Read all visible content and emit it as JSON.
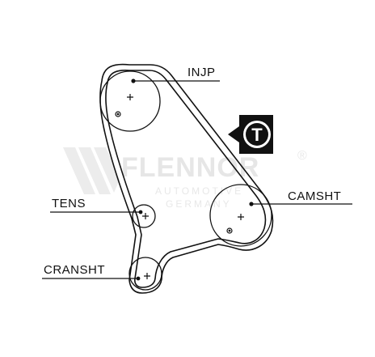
{
  "labels": {
    "injp": "INJP",
    "camsht": "CAMSHT",
    "tens": "TENS",
    "cransht": "CRANSHT"
  },
  "watermark": {
    "brand": "FLENNOR",
    "registered": "®",
    "line1": "AUTOMOTIVE",
    "line2": "GERMANY"
  },
  "tension_mark": "T",
  "colors": {
    "line": "#111111",
    "watermark": "#e6e6e6",
    "badge": "#111111"
  }
}
